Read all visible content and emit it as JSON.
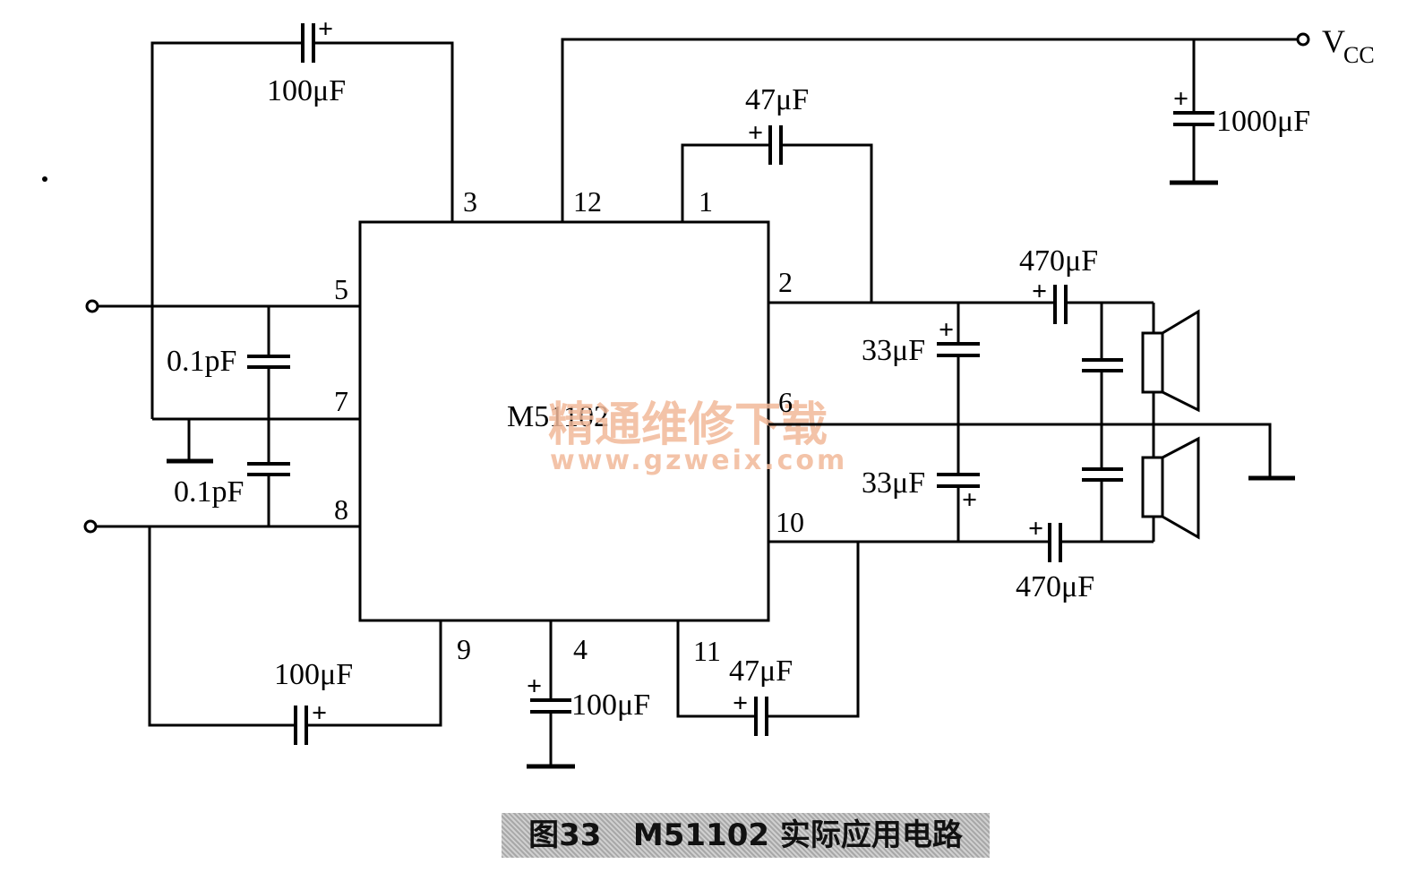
{
  "chip": {
    "name": "M51102"
  },
  "pins": [
    "1",
    "2",
    "3",
    "4",
    "5",
    "6",
    "7",
    "8",
    "9",
    "10",
    "11",
    "12"
  ],
  "power": {
    "label": "V",
    "subscript": "CC"
  },
  "components": {
    "c_top_left": "100μF",
    "c_pin1_2": "47μF",
    "c_vcc": "1000μF",
    "c_out_top": "470μF",
    "c_out_bottom": "470μF",
    "c_33_top": "33μF",
    "c_33_bottom": "33μF",
    "c_in_top": "0.1pF",
    "c_in_bottom": "0.1pF",
    "c_bottom_left": "100μF",
    "c_pin4": "100μF",
    "c_pin10_11": "47μF"
  },
  "polarity": "+",
  "watermark": {
    "line1": "精通维修下载",
    "line2": "www.gzweix.com"
  },
  "caption": "图33   M51102 实际应用电路"
}
